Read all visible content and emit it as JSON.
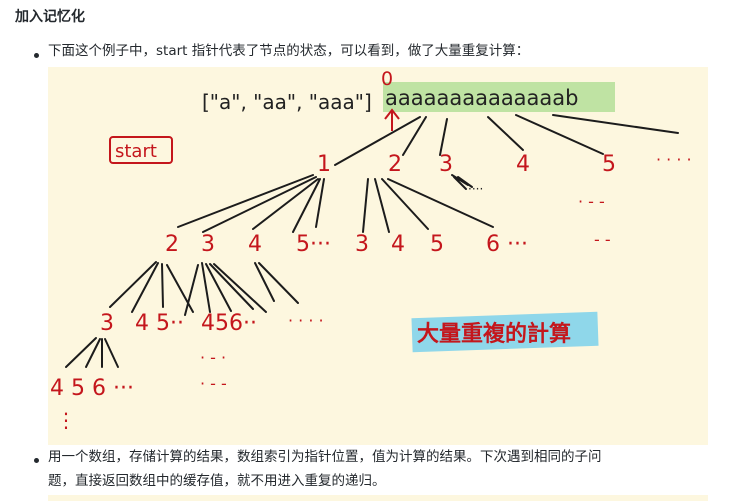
{
  "heading": "加入记忆化",
  "bullets": [
    "下面这个例子中，start 指针代表了节点的状态，可以看到，做了大量重复计算：",
    "用一个数组，存储计算的结果，数组索引为指针位置，值为计算的结果。下次遇到相同的子问",
    "题，直接返回数组中的缓存值，就不用进入重复的递归。"
  ],
  "figure": {
    "word_dict": "[\"a\", \"aa\", \"aaa\"]",
    "input_string": "aaaaaaaaaaaaaab",
    "pointer_index": "0",
    "start_label": "start",
    "level1": [
      "1",
      "2",
      "3",
      "4",
      "5",
      "· · · ·"
    ],
    "level2_left": [
      "2",
      "3",
      "4",
      "5···"
    ],
    "level2_right": [
      "3",
      "4",
      "5",
      "6 ···"
    ],
    "level3": [
      "3",
      "4 5··",
      "456··",
      "· · · ·"
    ],
    "level4": [
      "4 5 6 ···"
    ],
    "dots": [
      "· - -",
      "- -",
      "· - ·",
      "· - -",
      "⋮"
    ],
    "callout": "大量重複的計算"
  }
}
